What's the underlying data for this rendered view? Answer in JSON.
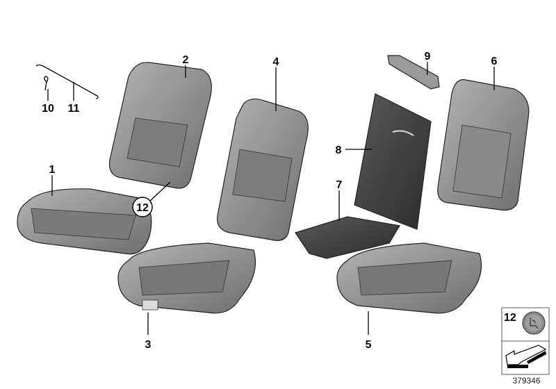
{
  "diagram": {
    "callouts": [
      "1",
      "2",
      "3",
      "4",
      "5",
      "6",
      "7",
      "8",
      "9",
      "10",
      "11",
      "12"
    ],
    "legend_box": {
      "part_number": "12",
      "icon": "child-seat-isofix-cap-icon",
      "arrow": "front-direction-arrow-icon"
    },
    "reference_number": "379346",
    "colors": {
      "part_fill": "#8c8c8c",
      "part_dark": "#3a3a3a",
      "line": "#000000"
    }
  }
}
